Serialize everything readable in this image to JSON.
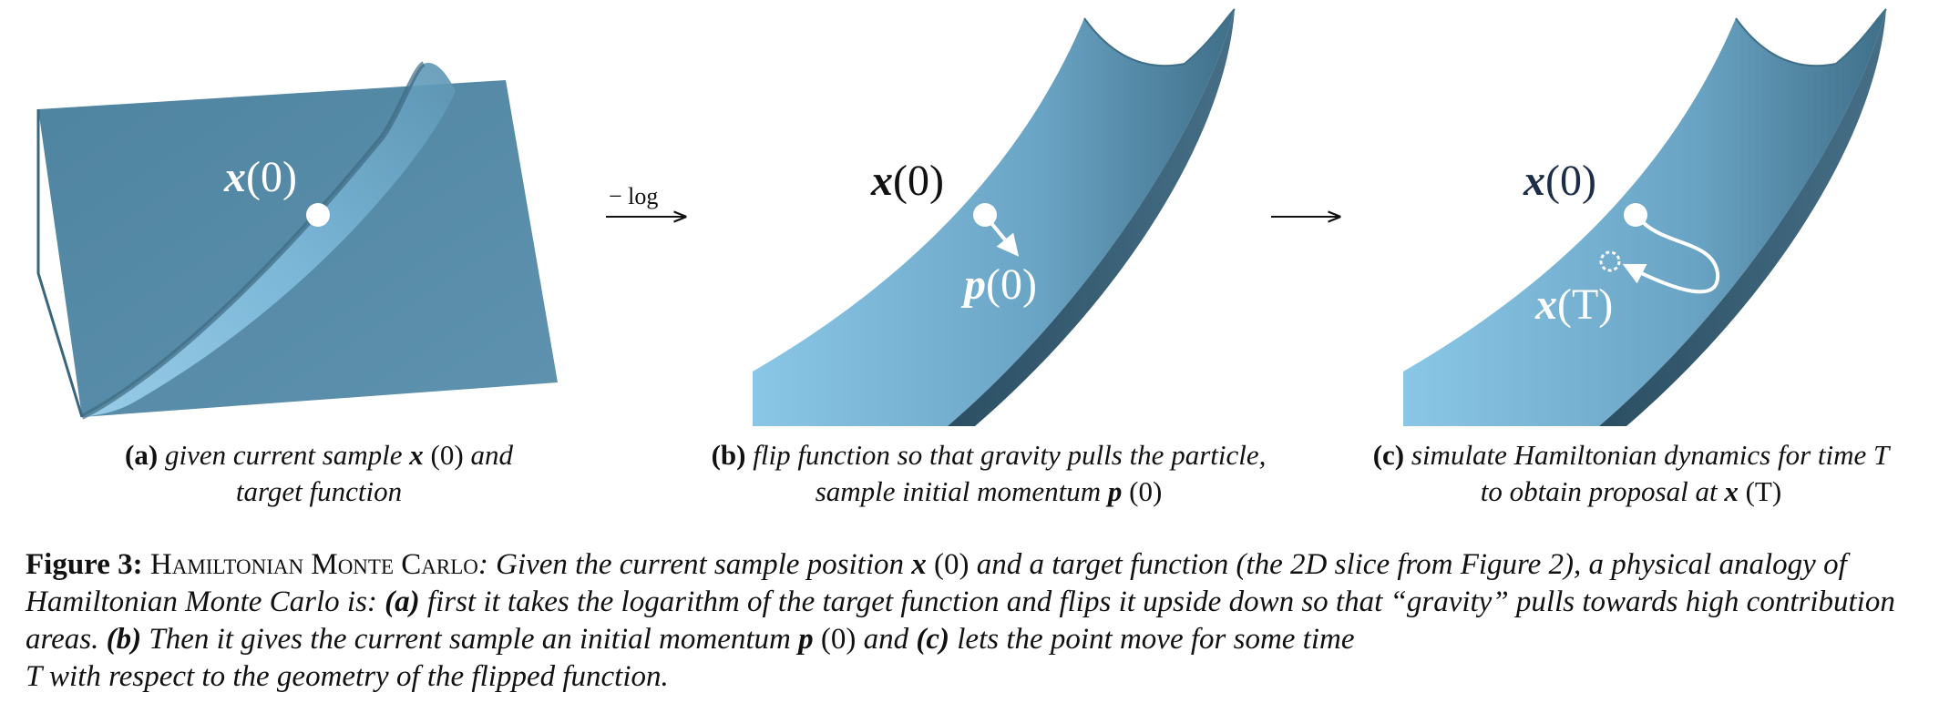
{
  "panels": {
    "a": {
      "label_x0": "x(0)"
    },
    "b": {
      "label_x0": "x(0)",
      "label_p0": "p(0)"
    },
    "c": {
      "label_x0": "x(0)",
      "label_xT": "x(T)"
    }
  },
  "arrows": {
    "log_label": "− log"
  },
  "subcaptions": {
    "a": {
      "tag": "(a)",
      "text1": "given current sample",
      "sym": "x",
      "arg": "(0)",
      "text2": "and",
      "line2": "target function"
    },
    "b": {
      "tag": "(b)",
      "line1": "flip function so that gravity pulls the particle,",
      "text2": "sample initial momentum",
      "sym": "p",
      "arg": "(0)"
    },
    "c": {
      "tag": "(c)",
      "line1": "simulate Hamiltonian dynamics for time",
      "T": "T",
      "text2": "to obtain proposal at",
      "sym": "x",
      "arg": "(T)"
    }
  },
  "caption": {
    "fig_label": "Figure 3:",
    "title": "Hamiltonian Monte Carlo",
    "part1": ": Given the current sample position",
    "sym_x": "x",
    "arg0": "(0)",
    "part2": "and a target function (the 2D slice from Figure 2), a physical analogy of Hamiltonian Monte Carlo is:",
    "tag_a": "(a)",
    "part3": "first it takes the logarithm of the target function and flips it upside down so that “gravity” pulls towards high contribution areas.",
    "tag_b": "(b)",
    "part4": "Then it gives the current sample an initial momentum",
    "sym_p": "p",
    "arg0b": "(0)",
    "part5": "and",
    "tag_c": "(c)",
    "part6": "lets the point move for some time",
    "T": "T",
    "part7": "with respect to the geometry of the flipped function."
  },
  "colors": {
    "surface": "#5b8fab",
    "surface_light": "#7bb3d2",
    "surface_dark": "#3d6a82",
    "label_dark": "#1d2c47"
  }
}
